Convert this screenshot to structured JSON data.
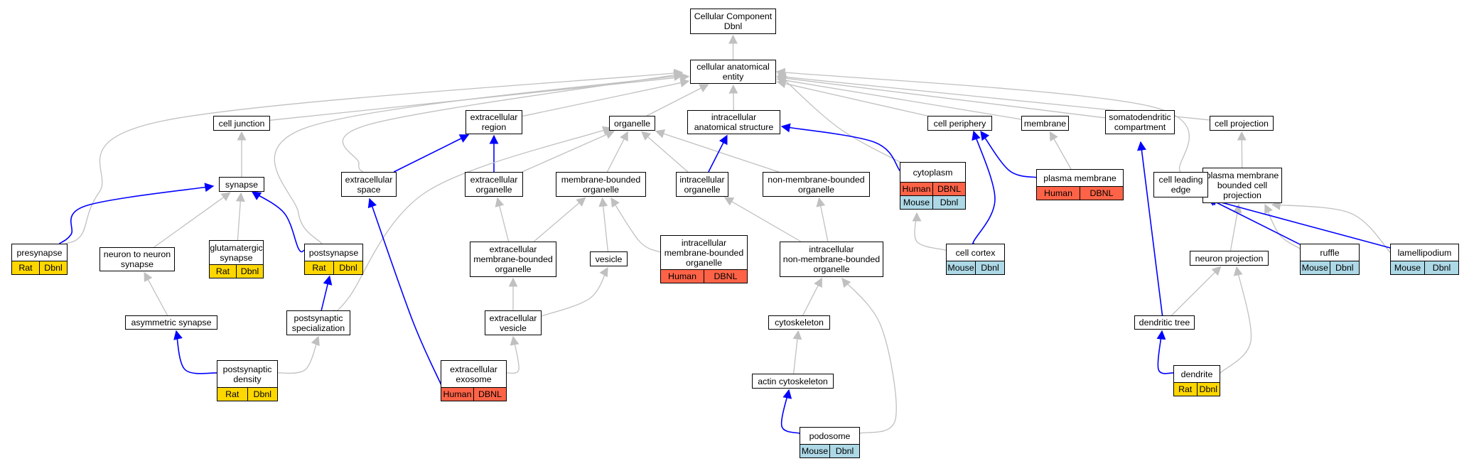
{
  "colors": {
    "edge_gray": "#c0c0c0",
    "edge_blue": "#0000ff",
    "rat": "#ffd700",
    "human": "#ff6347",
    "mouse": "#add8e6"
  },
  "nodes": [
    {
      "id": "root",
      "label": "Cellular Component\nDbnl",
      "annotations": []
    },
    {
      "id": "cae",
      "label": "cellular anatomical\nentity",
      "annotations": []
    },
    {
      "id": "cell_junction",
      "label": "cell junction",
      "annotations": []
    },
    {
      "id": "extracellular_region",
      "label": "extracellular\nregion",
      "annotations": []
    },
    {
      "id": "organelle",
      "label": "organelle",
      "annotations": []
    },
    {
      "id": "intracellular_anatomical_structure",
      "label": "intracellular\nanatomical structure",
      "annotations": []
    },
    {
      "id": "cell_periphery",
      "label": "cell periphery",
      "annotations": []
    },
    {
      "id": "membrane",
      "label": "membrane",
      "annotations": []
    },
    {
      "id": "somatodendritic_compartment",
      "label": "somatodendritic\ncompartment",
      "annotations": []
    },
    {
      "id": "cell_projection",
      "label": "cell projection",
      "annotations": []
    },
    {
      "id": "synapse",
      "label": "synapse",
      "annotations": []
    },
    {
      "id": "extracellular_space",
      "label": "extracellular\nspace",
      "annotations": []
    },
    {
      "id": "extracellular_organelle",
      "label": "extracellular\norganelle",
      "annotations": []
    },
    {
      "id": "membrane_bounded_organelle",
      "label": "membrane-bounded\norganelle",
      "annotations": []
    },
    {
      "id": "intracellular_organelle",
      "label": "intracellular\norganelle",
      "annotations": []
    },
    {
      "id": "non_membrane_bounded_organelle",
      "label": "non-membrane-bounded\norganelle",
      "annotations": []
    },
    {
      "id": "cytoplasm",
      "label": "cytoplasm",
      "annotations": [
        [
          "Human",
          "DBNL"
        ],
        [
          "Mouse",
          "Dbnl"
        ]
      ]
    },
    {
      "id": "plasma_membrane",
      "label": "plasma membrane",
      "annotations": [
        [
          "Human",
          "DBNL"
        ]
      ]
    },
    {
      "id": "pm_bounded_cell_projection",
      "label": "plasma membrane\nbounded cell\nprojection",
      "annotations": []
    },
    {
      "id": "cell_leading_edge",
      "label": "cell leading\nedge",
      "annotations": []
    },
    {
      "id": "presynapse",
      "label": "presynapse",
      "annotations": [
        [
          "Rat",
          "Dbnl"
        ]
      ]
    },
    {
      "id": "neuron_to_neuron_synapse",
      "label": "neuron to neuron\nsynapse",
      "annotations": []
    },
    {
      "id": "glutamatergic_synapse",
      "label": "glutamatergic\nsynapse",
      "annotations": [
        [
          "Rat",
          "Dbnl"
        ]
      ]
    },
    {
      "id": "postsynapse",
      "label": "postsynapse",
      "annotations": [
        [
          "Rat",
          "Dbnl"
        ]
      ]
    },
    {
      "id": "extracellular_mb_organelle",
      "label": "extracellular\nmembrane-bounded\norganelle",
      "annotations": []
    },
    {
      "id": "vesicle",
      "label": "vesicle",
      "annotations": []
    },
    {
      "id": "intracellular_mb_organelle",
      "label": "intracellular\nmembrane-bounded\norganelle",
      "annotations": [
        [
          "Human",
          "DBNL"
        ]
      ]
    },
    {
      "id": "intracellular_nmb_organelle",
      "label": "intracellular\nnon-membrane-bounded\norganelle",
      "annotations": []
    },
    {
      "id": "cell_cortex",
      "label": "cell cortex",
      "annotations": [
        [
          "Mouse",
          "Dbnl"
        ]
      ]
    },
    {
      "id": "neuron_projection",
      "label": "neuron projection",
      "annotations": []
    },
    {
      "id": "ruffle",
      "label": "ruffle",
      "annotations": [
        [
          "Mouse",
          "Dbnl"
        ]
      ]
    },
    {
      "id": "lamellipodium",
      "label": "lamellipodium",
      "annotations": [
        [
          "Mouse",
          "Dbnl"
        ]
      ]
    },
    {
      "id": "asymmetric_synapse",
      "label": "asymmetric synapse",
      "annotations": []
    },
    {
      "id": "postsynaptic_specialization",
      "label": "postsynaptic\nspecialization",
      "annotations": []
    },
    {
      "id": "extracellular_vesicle",
      "label": "extracellular\nvesicle",
      "annotations": []
    },
    {
      "id": "cytoskeleton",
      "label": "cytoskeleton",
      "annotations": []
    },
    {
      "id": "dendritic_tree",
      "label": "dendritic tree",
      "annotations": []
    },
    {
      "id": "postsynaptic_density",
      "label": "postsynaptic\ndensity",
      "annotations": [
        [
          "Rat",
          "Dbnl"
        ]
      ]
    },
    {
      "id": "extracellular_exosome",
      "label": "extracellular\nexosome",
      "annotations": [
        [
          "Human",
          "DBNL"
        ]
      ]
    },
    {
      "id": "actin_cytoskeleton",
      "label": "actin cytoskeleton",
      "annotations": []
    },
    {
      "id": "dendrite",
      "label": "dendrite",
      "annotations": [
        [
          "Rat",
          "Dbnl"
        ]
      ]
    },
    {
      "id": "podosome",
      "label": "podosome",
      "annotations": [
        [
          "Mouse",
          "Dbnl"
        ]
      ]
    }
  ],
  "edges": [
    {
      "from": "cae",
      "to": "root",
      "type": "is_a"
    },
    {
      "from": "cell_junction",
      "to": "cae",
      "type": "is_a"
    },
    {
      "from": "extracellular_region",
      "to": "cae",
      "type": "is_a"
    },
    {
      "from": "organelle",
      "to": "cae",
      "type": "is_a"
    },
    {
      "from": "intracellular_anatomical_structure",
      "to": "cae",
      "type": "is_a"
    },
    {
      "from": "cell_periphery",
      "to": "cae",
      "type": "is_a"
    },
    {
      "from": "membrane",
      "to": "cae",
      "type": "is_a"
    },
    {
      "from": "somatodendritic_compartment",
      "to": "cae",
      "type": "is_a"
    },
    {
      "from": "cell_projection",
      "to": "cae",
      "type": "is_a"
    },
    {
      "from": "cell_leading_edge",
      "to": "cae",
      "type": "is_a"
    },
    {
      "from": "extracellular_space",
      "to": "cae",
      "type": "is_a"
    },
    {
      "from": "postsynapse",
      "to": "cae",
      "type": "is_a"
    },
    {
      "from": "presynapse",
      "to": "cae",
      "type": "is_a"
    },
    {
      "from": "cytoplasm",
      "to": "cae",
      "type": "is_a"
    },
    {
      "from": "synapse",
      "to": "cell_junction",
      "type": "is_a"
    },
    {
      "from": "extracellular_space",
      "to": "extracellular_region",
      "type": "part_of"
    },
    {
      "from": "extracellular_organelle",
      "to": "extracellular_region",
      "type": "part_of"
    },
    {
      "from": "extracellular_organelle",
      "to": "organelle",
      "type": "is_a"
    },
    {
      "from": "membrane_bounded_organelle",
      "to": "organelle",
      "type": "is_a"
    },
    {
      "from": "intracellular_organelle",
      "to": "organelle",
      "type": "is_a"
    },
    {
      "from": "non_membrane_bounded_organelle",
      "to": "organelle",
      "type": "is_a"
    },
    {
      "from": "postsynaptic_specialization",
      "to": "organelle",
      "type": "is_a"
    },
    {
      "from": "intracellular_organelle",
      "to": "intracellular_anatomical_structure",
      "type": "part_of"
    },
    {
      "from": "cytoplasm",
      "to": "intracellular_anatomical_structure",
      "type": "part_of"
    },
    {
      "from": "cell_cortex",
      "to": "cell_periphery",
      "type": "part_of"
    },
    {
      "from": "plasma_membrane",
      "to": "cell_periphery",
      "type": "part_of"
    },
    {
      "from": "plasma_membrane",
      "to": "membrane",
      "type": "is_a"
    },
    {
      "from": "pm_bounded_cell_projection",
      "to": "cell_projection",
      "type": "is_a"
    },
    {
      "from": "presynapse",
      "to": "synapse",
      "type": "part_of"
    },
    {
      "from": "neuron_to_neuron_synapse",
      "to": "synapse",
      "type": "is_a"
    },
    {
      "from": "glutamatergic_synapse",
      "to": "synapse",
      "type": "is_a"
    },
    {
      "from": "postsynapse",
      "to": "synapse",
      "type": "part_of"
    },
    {
      "from": "extracellular_mb_organelle",
      "to": "extracellular_organelle",
      "type": "is_a"
    },
    {
      "from": "extracellular_mb_organelle",
      "to": "membrane_bounded_organelle",
      "type": "is_a"
    },
    {
      "from": "vesicle",
      "to": "membrane_bounded_organelle",
      "type": "is_a"
    },
    {
      "from": "intracellular_mb_organelle",
      "to": "membrane_bounded_organelle",
      "type": "is_a"
    },
    {
      "from": "intracellular_nmb_organelle",
      "to": "intracellular_organelle",
      "type": "is_a"
    },
    {
      "from": "intracellular_nmb_organelle",
      "to": "non_membrane_bounded_organelle",
      "type": "is_a"
    },
    {
      "from": "cell_cortex",
      "to": "cytoplasm",
      "type": "is_a"
    },
    {
      "from": "neuron_projection",
      "to": "pm_bounded_cell_projection",
      "type": "is_a"
    },
    {
      "from": "ruffle",
      "to": "pm_bounded_cell_projection",
      "type": "is_a"
    },
    {
      "from": "lamellipodium",
      "to": "pm_bounded_cell_projection",
      "type": "is_a"
    },
    {
      "from": "ruffle",
      "to": "cell_leading_edge",
      "type": "part_of"
    },
    {
      "from": "lamellipodium",
      "to": "cell_leading_edge",
      "type": "part_of"
    },
    {
      "from": "asymmetric_synapse",
      "to": "neuron_to_neuron_synapse",
      "type": "is_a"
    },
    {
      "from": "postsynaptic_specialization",
      "to": "postsynapse",
      "type": "part_of"
    },
    {
      "from": "extracellular_vesicle",
      "to": "extracellular_mb_organelle",
      "type": "is_a"
    },
    {
      "from": "extracellular_vesicle",
      "to": "vesicle",
      "type": "is_a"
    },
    {
      "from": "cytoskeleton",
      "to": "intracellular_nmb_organelle",
      "type": "is_a"
    },
    {
      "from": "dendritic_tree",
      "to": "neuron_projection",
      "type": "is_a"
    },
    {
      "from": "dendritic_tree",
      "to": "somatodendritic_compartment",
      "type": "part_of"
    },
    {
      "from": "postsynaptic_density",
      "to": "asymmetric_synapse",
      "type": "part_of"
    },
    {
      "from": "postsynaptic_density",
      "to": "postsynaptic_specialization",
      "type": "is_a"
    },
    {
      "from": "extracellular_exosome",
      "to": "extracellular_vesicle",
      "type": "is_a"
    },
    {
      "from": "extracellular_exosome",
      "to": "extracellular_space",
      "type": "part_of"
    },
    {
      "from": "actin_cytoskeleton",
      "to": "cytoskeleton",
      "type": "is_a"
    },
    {
      "from": "dendrite",
      "to": "neuron_projection",
      "type": "is_a"
    },
    {
      "from": "dendrite",
      "to": "dendritic_tree",
      "type": "part_of"
    },
    {
      "from": "podosome",
      "to": "intracellular_nmb_organelle",
      "type": "is_a"
    },
    {
      "from": "podosome",
      "to": "actin_cytoskeleton",
      "type": "part_of"
    }
  ]
}
